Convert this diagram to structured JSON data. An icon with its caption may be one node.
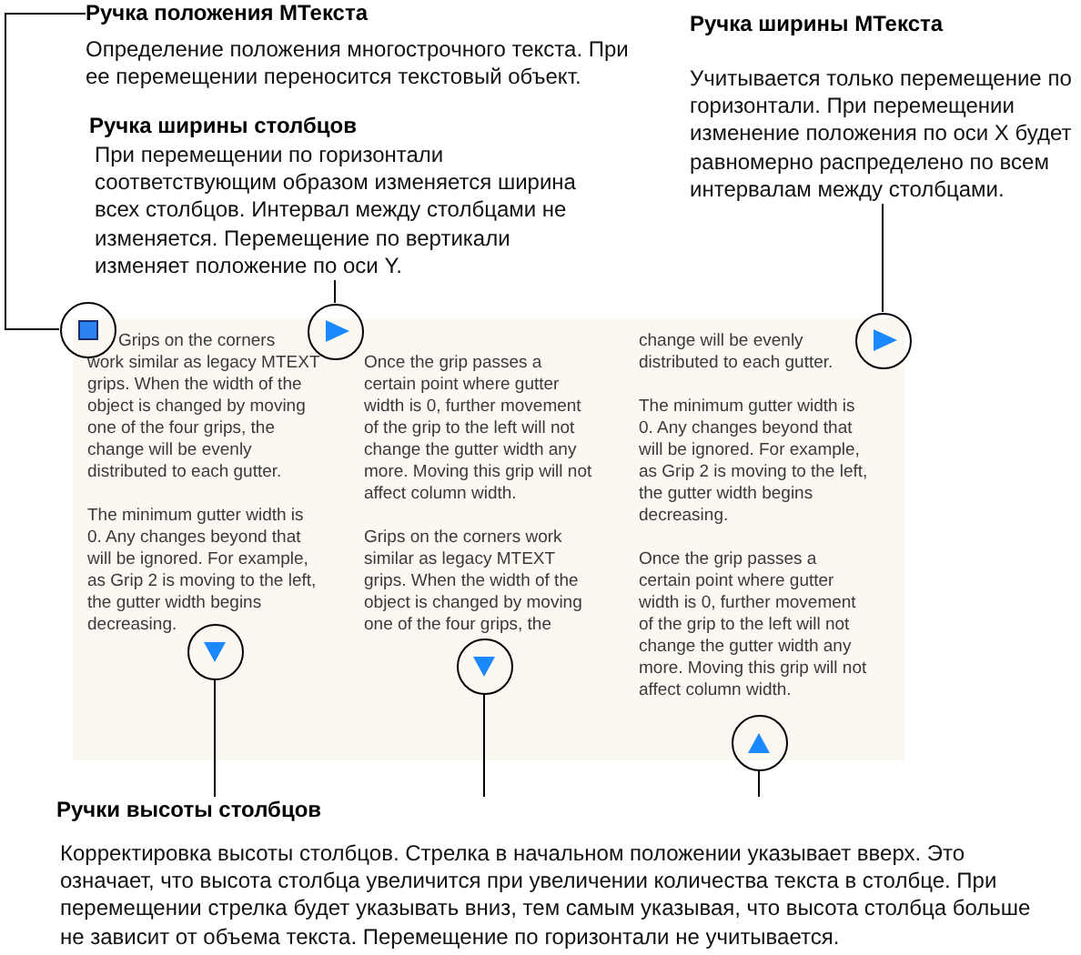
{
  "diagram": {
    "nodes": [
      {
        "text": [
          "Ручка положения МТекста",
          "Определение положения многострочного текста. При ее перемещении переносится текстовый объект."
        ]
      },
      {
        "text": [
          "Ручка ширины МТекста",
          "Учитывается только перемещение по горизонтали. При перемещении изменение положения по оси X будет равномерно распределено по всем интервалам между столбцами."
        ]
      },
      {
        "text": [
          "Ручка ширины столбцов",
          "При перемещении по горизонтали соответствующим образом изменяется ширина всех столбцов. Интервал между столбцами не изменяется. Перемещение по вертикали изменяет положение по оси Y."
        ]
      },
      {
        "text": [
          "Grips on the corners work similar as legacy MTEXT grips. When the width of the object is changed by moving one of the four grips, the change will be evenly distributed to each gutter.",
          "The minimum gutter width is 0. Any changes beyond that will be ignored. For example, as Grip 2 is moving to the left, the gutter width begins decreasing.",
          "Once the grip passes a certain point where gutter width is 0, further movement of the grip to the left will not change the gutter width any more. Moving this grip will not affect column width.",
          "Grips on the corners work similar as legacy MTEXT grips. When the width of the object is changed by moving one of the four grips, the",
          "change will be evenly distributed to each gutter.",
          "The minimum gutter width is 0. Any changes beyond that will be ignored. For example, as Grip 2 is moving to the left, the gutter width begins decreasing.",
          "Once the grip passes a certain point where gutter width is 0, further movement of the grip to the left will not change the gutter width any more. Moving this grip will not affect column width."
        ]
      },
      {
        "text": [],
        "shape": "circle"
      },
      {
        "text": [],
        "shape": "circle"
      },
      {
        "text": [],
        "shape": "circle"
      },
      {
        "text": [],
        "shape": "circle",
        "in": 3
      },
      {
        "text": [],
        "shape": "circle",
        "in": 3
      },
      {
        "text": [],
        "shape": "circle"
      },
      {
        "text": [
          "Ручки высоты столбцов",
          "Корректировка высоты столбцов. Стрелка в начальном положении указывает вверх. Это означает, что высота столбца увеличится при увеличении количества текста в столбце. При перемещении стрелка будет указывать вниз, тем самым указывая, что высота столбца больше не зависит от объема текста. Перемещение по горизонтали не учитывается."
        ]
      }
    ],
    "edges": [
      {
        "from": 0,
        "to": 4,
        "arrow": "none"
      },
      {
        "from": 2,
        "to": 5,
        "arrow": "none"
      },
      {
        "from": 1,
        "to": 6,
        "arrow": "none"
      },
      {
        "from": 10,
        "to": 7,
        "arrow": "none"
      },
      {
        "from": 10,
        "to": 8,
        "arrow": "none"
      },
      {
        "from": 10,
        "to": 9,
        "arrow": "none"
      }
    ]
  }
}
